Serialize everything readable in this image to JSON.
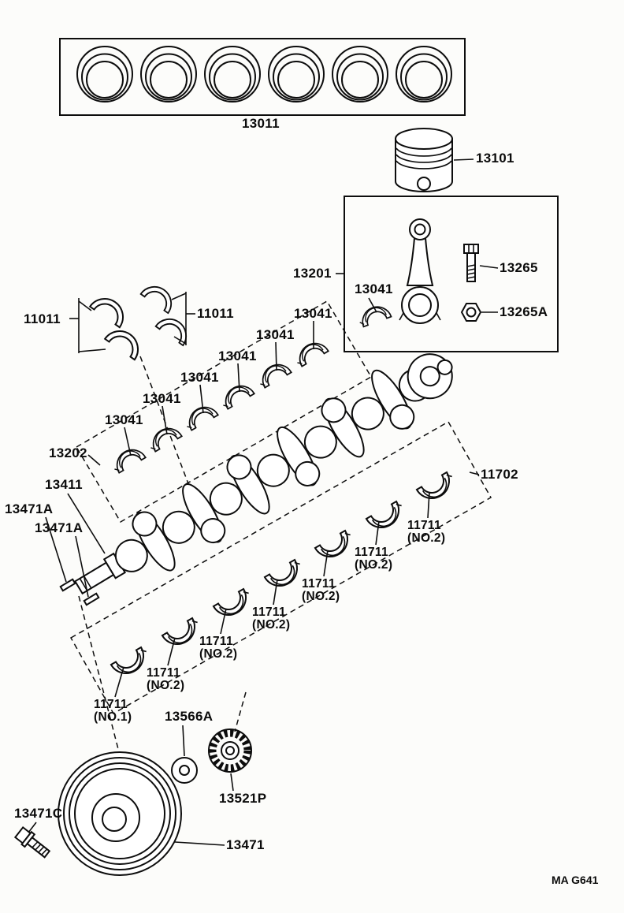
{
  "page": {
    "code": "MA G641"
  },
  "parts": {
    "piston_rings": "13011",
    "piston": "13101",
    "connecting_rod_assembly": "13201",
    "connecting_rod_bearing": "13041",
    "connecting_rod_bolt": "13265",
    "connecting_rod_nut": "13265A",
    "thrust_washer_front": "11011",
    "thrust_washer_rear": "11011",
    "rod_bearing_set": "13202",
    "crankshaft": "13411",
    "crankshaft_key_1": "13471A",
    "crankshaft_key_2": "13471A",
    "main_bearing_set": "11702",
    "pulley_washer": "13566A",
    "crankshaft_gear": "13521P",
    "crankshaft_pulley": "13471",
    "pulley_bolt": "13471C"
  },
  "upper_bearing_labels": [
    "13041",
    "13041",
    "13041",
    "13041",
    "13041",
    "13041"
  ],
  "lower_bearing_labels": [
    {
      "num": "11711",
      "pos": "(NO.1)"
    },
    {
      "num": "11711",
      "pos": "(NO.2)"
    },
    {
      "num": "11711",
      "pos": "(NO.2)"
    },
    {
      "num": "11711",
      "pos": "(NO.2)"
    },
    {
      "num": "11711",
      "pos": "(NO.2)"
    },
    {
      "num": "11711",
      "pos": "(NO.2)"
    },
    {
      "num": "11711",
      "pos": "(NO.2)"
    }
  ]
}
